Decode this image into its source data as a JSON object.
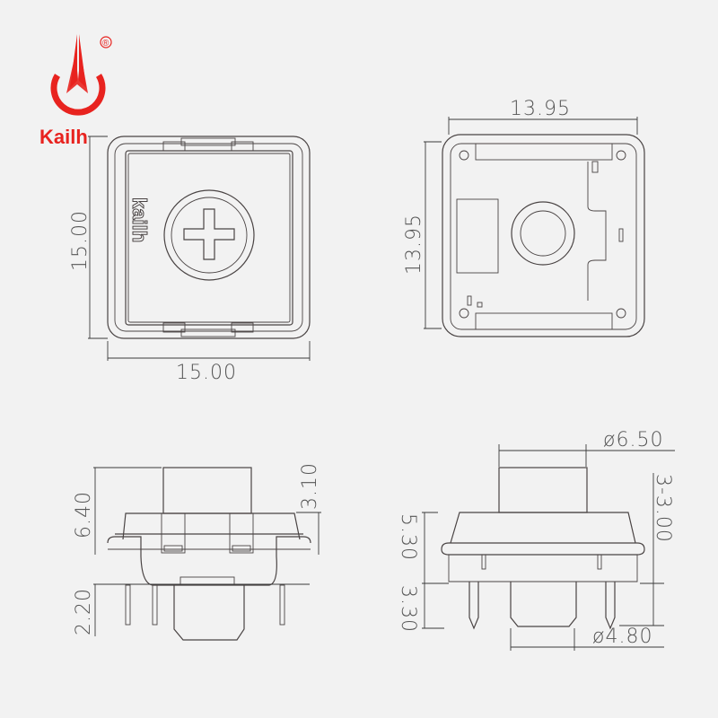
{
  "brand": {
    "name": "Kailh",
    "registered_mark": "®",
    "color": "#e8231f"
  },
  "top_view": {
    "emboss_text": "kailh",
    "dims": {
      "width": "15.00",
      "height": "15.00"
    }
  },
  "bottom_view": {
    "dims": {
      "width": "13.95",
      "height": "13.95"
    }
  },
  "front_view": {
    "dims": {
      "total_height": "6.40",
      "stem_height": "3.10",
      "pin_length": "2.20"
    }
  },
  "side_view": {
    "dims": {
      "stem_diameter": "ø6.50",
      "body_height": "5.30",
      "lower_height": "3.30",
      "pin_spec": "3-3.00",
      "bottom_diameter": "ø4.80"
    }
  },
  "colors": {
    "background": "#f2f2f2",
    "line": "#4a4444"
  }
}
